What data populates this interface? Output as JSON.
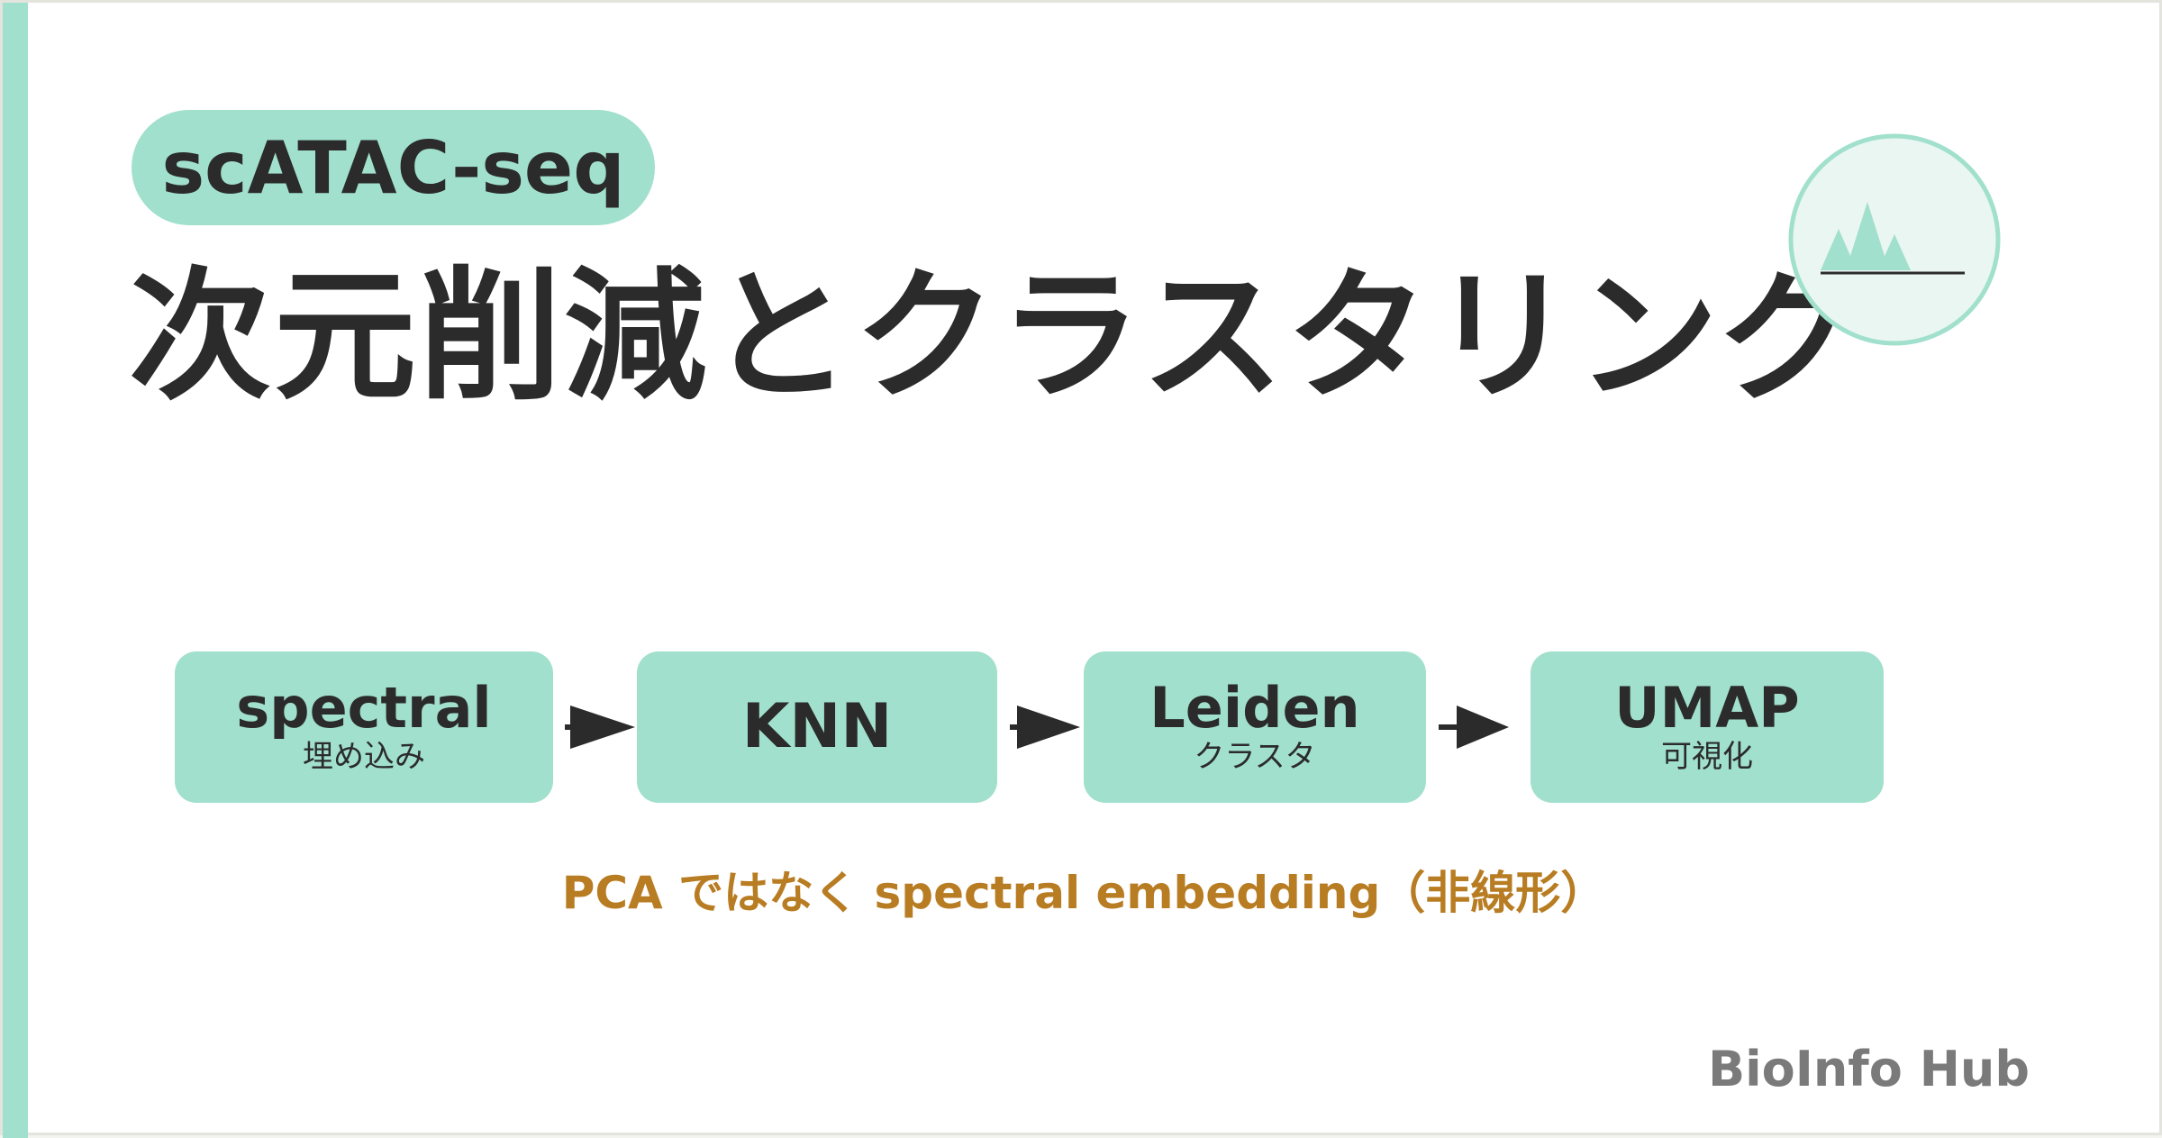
{
  "tag": "scATAC-seq",
  "title": "次元削減とクラスタリング",
  "logo": {
    "icon": "peaks-icon",
    "ring_color": "#a1e0cc",
    "fill_color": "#eaf6f1",
    "peak_color": "#a1e0cc"
  },
  "pipeline": [
    {
      "main": "spectral",
      "sub": "埋め込み"
    },
    {
      "main": "KNN",
      "sub": ""
    },
    {
      "main": "Leiden",
      "sub": "クラスタ"
    },
    {
      "main": "UMAP",
      "sub": "可視化"
    }
  ],
  "note": "PCA ではなく spectral embedding（非線形）",
  "brand": "BioInfo Hub",
  "colors": {
    "accent": "#a1e0cc",
    "text": "#2b2b2b",
    "note": "#b87c22",
    "brand": "#7a7a7a"
  }
}
